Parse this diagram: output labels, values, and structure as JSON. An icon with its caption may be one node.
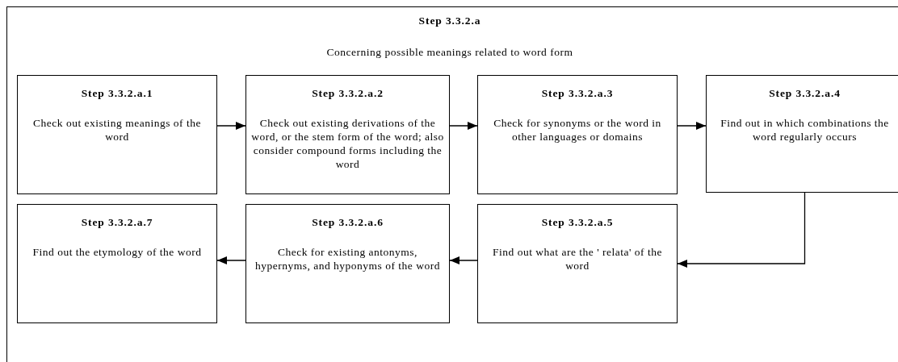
{
  "diagram": {
    "nodes": [
      {
        "text": [
          "Step 3.3.2.a",
          "Concerning possible meanings related to word form"
        ]
      },
      {
        "text": [
          "Step 3.3.2.a.1",
          "Check out existing meanings of the word"
        ],
        "in": 0
      },
      {
        "text": [
          "Step 3.3.2.a.2",
          "Check out existing derivations of the word, or the stem form of the word; also consider compound forms including the word"
        ],
        "in": 0
      },
      {
        "text": [
          "Step 3.3.2.a.3",
          "Check for synonyms or the word in other languages or domains"
        ],
        "in": 0
      },
      {
        "text": [
          "Step 3.3.2.a.4",
          "Find out in which combinations the word regularly occurs"
        ],
        "in": 0
      },
      {
        "text": [
          "Step 3.3.2.a.5",
          "Find out what are the ' relata' of the word"
        ],
        "in": 0
      },
      {
        "text": [
          "Step 3.3.2.a.6",
          "Check for existing antonyms, hypernyms, and hyponyms of the word"
        ],
        "in": 0
      },
      {
        "text": [
          "Step 3.3.2.a.7",
          "Find out the etymology of the word"
        ],
        "in": 0
      }
    ],
    "edges": [
      {
        "from": 1,
        "to": 2,
        "arrow": "to"
      },
      {
        "from": 2,
        "to": 3,
        "arrow": "to"
      },
      {
        "from": 3,
        "to": 4,
        "arrow": "to"
      },
      {
        "from": 4,
        "to": 5,
        "arrow": "to"
      },
      {
        "from": 5,
        "to": 6,
        "arrow": "to"
      },
      {
        "from": 6,
        "to": 7,
        "arrow": "to"
      }
    ]
  }
}
